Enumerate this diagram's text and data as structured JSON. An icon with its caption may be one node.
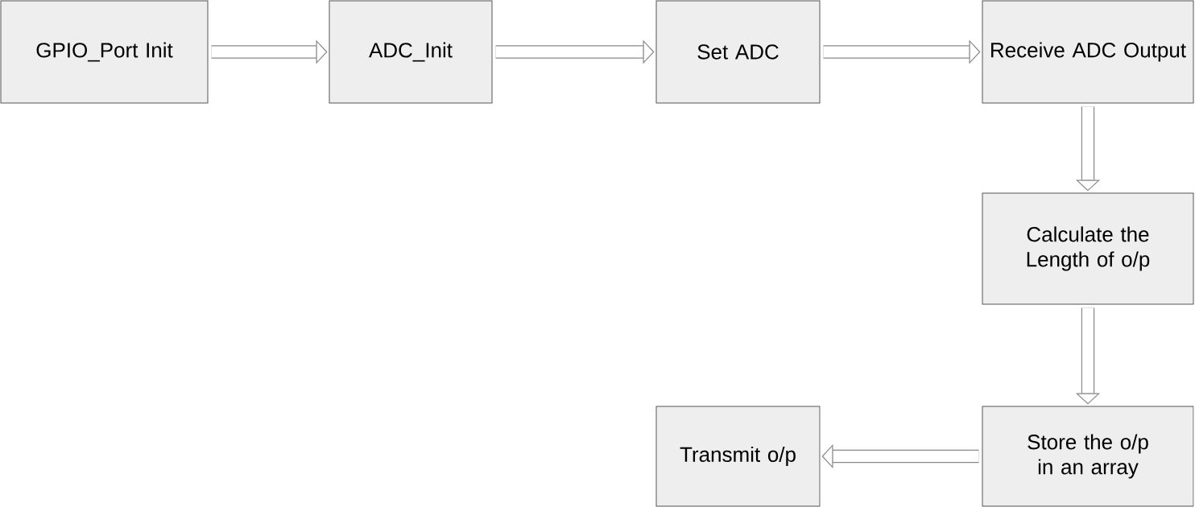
{
  "diagram": {
    "nodes": [
      {
        "text": [
          "GPIO_Port Init"
        ]
      },
      {
        "text": [
          "ADC_Init"
        ]
      },
      {
        "text": [
          "Set ADC"
        ]
      },
      {
        "text": [
          "Receive ADC Output"
        ]
      },
      {
        "text": [
          "Calculate the Length of o/p"
        ]
      },
      {
        "text": [
          "Store the o/p in an array"
        ]
      },
      {
        "text": [
          "Transmit o/p"
        ]
      }
    ],
    "edges": [
      {
        "from": 0,
        "to": 1,
        "arrow": "to"
      },
      {
        "from": 1,
        "to": 2,
        "arrow": "to"
      },
      {
        "from": 2,
        "to": 3,
        "arrow": "to"
      },
      {
        "from": 3,
        "to": 4,
        "arrow": "to"
      },
      {
        "from": 4,
        "to": 5,
        "arrow": "to"
      },
      {
        "from": 5,
        "to": 6,
        "arrow": "to"
      }
    ]
  }
}
